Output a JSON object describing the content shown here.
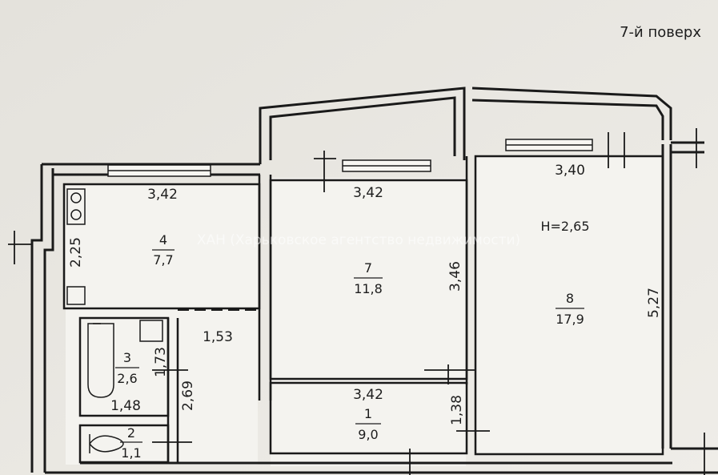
{
  "floor_label": "7-й поверх",
  "watermark": "ХАН (Харьковское агентство недвижимости)",
  "ceiling_height": "Н=2,65",
  "rooms": [
    {
      "number": "4",
      "area": "7,7"
    },
    {
      "number": "7",
      "area": "11,8"
    },
    {
      "number": "8",
      "area": "17,9"
    },
    {
      "number": "3",
      "area": "2,6"
    },
    {
      "number": "1",
      "area": "9,0"
    },
    {
      "number": "2",
      "area": "1,1"
    }
  ],
  "dimensions": {
    "kitchen_width": "3,42",
    "kitchen_depth": "2,25",
    "room7_width": "3,42",
    "room7_depth": "3,46",
    "room8_width": "3,40",
    "room8_depth": "5,27",
    "corridor_width": "1,53",
    "bath_width": "1,48",
    "bath_depth": "1,73",
    "corridor_depth": "2,69",
    "hall_width": "3,42",
    "hall_depth": "1,38"
  }
}
